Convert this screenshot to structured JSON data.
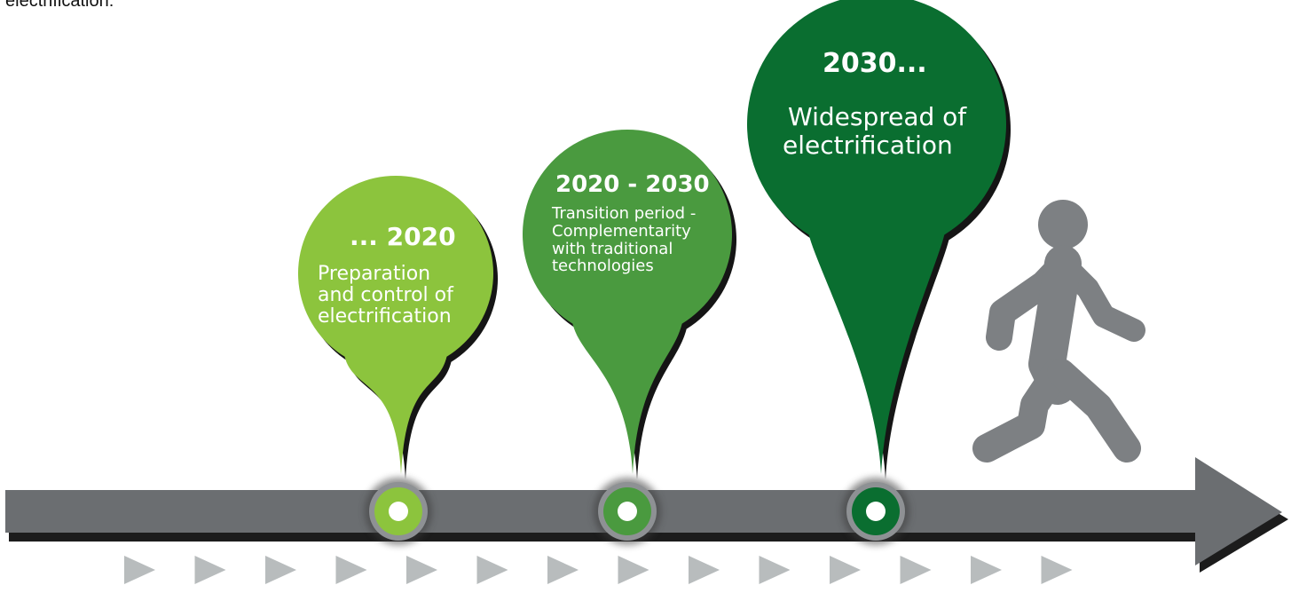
{
  "intro_text": "electrification:",
  "colors": {
    "arrow_fill": "#6b6e71",
    "arrow_shadow": "#1c1c1c",
    "chevron": "#b8bcbd",
    "person": "#7d8083",
    "pin_shadow": "#151515",
    "node_center": "#ffffff"
  },
  "milestones": [
    {
      "year": "... 2020",
      "description_lines": [
        "Preparation",
        "and control of",
        "electrification"
      ],
      "color": "#8cc43d"
    },
    {
      "year": "2020 - 2030",
      "description_lines": [
        "Transition period -",
        "Complementarity",
        "with traditional",
        "technologies"
      ],
      "color": "#4a9a3f"
    },
    {
      "year": "2030...",
      "description_lines": [
        "Widespread of",
        "electrification"
      ],
      "color": "#0a6e30"
    }
  ],
  "timeline": {
    "chevron_count": 14,
    "person_icon": "walking-person-icon",
    "arrow_icon": "timeline-arrow-icon"
  }
}
